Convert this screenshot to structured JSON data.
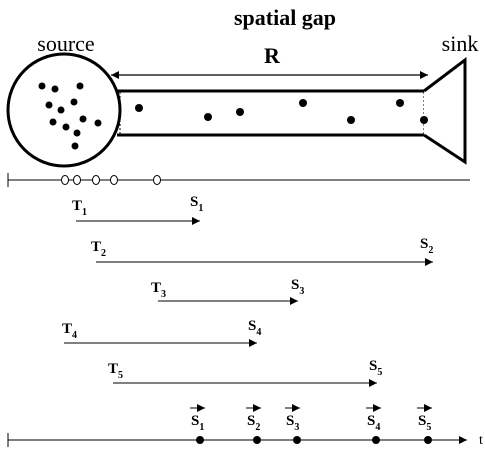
{
  "header": {
    "gap_title": "spatial gap",
    "distance_label": "R",
    "source_label": "source",
    "sink_label": "sink"
  },
  "arrows": [
    {
      "t_label": "T",
      "t_sub": "1",
      "s_label": "S",
      "s_sub": "1"
    },
    {
      "t_label": "T",
      "t_sub": "2",
      "s_label": "S",
      "s_sub": "2"
    },
    {
      "t_label": "T",
      "t_sub": "3",
      "s_label": "S",
      "s_sub": "3"
    },
    {
      "t_label": "T",
      "t_sub": "4",
      "s_label": "S",
      "s_sub": "4"
    },
    {
      "t_label": "T",
      "t_sub": "5",
      "s_label": "S",
      "s_sub": "5"
    }
  ],
  "bottom_timeline": {
    "axis_label": "t",
    "events": [
      {
        "label": "S",
        "sub": "1"
      },
      {
        "label": "S",
        "sub": "2"
      },
      {
        "label": "S",
        "sub": "3"
      },
      {
        "label": "S",
        "sub": "4"
      },
      {
        "label": "S",
        "sub": "5"
      }
    ]
  },
  "colors": {
    "ink": "#000000",
    "paper": "#ffffff"
  }
}
